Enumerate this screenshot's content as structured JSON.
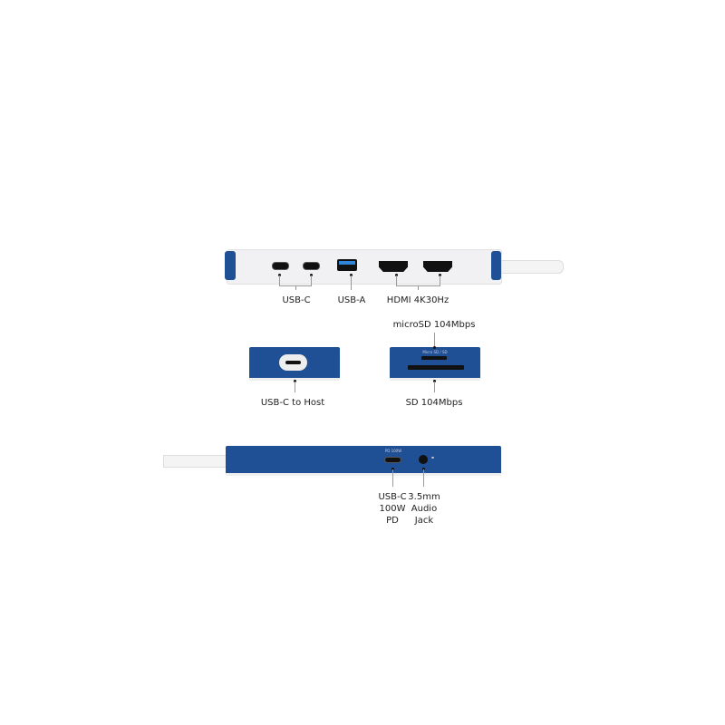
{
  "top_view": {
    "labels": {
      "usb_c": "USB-C",
      "usb_a": "USB-A",
      "hdmi": "HDMI 4K30Hz"
    }
  },
  "end_views": {
    "host": "USB-C to Host",
    "microsd": "microSD 104Mbps",
    "sd": "SD 104Mbps",
    "slot_marking": "Micro SD / SD"
  },
  "side_view": {
    "pd_marking": "PD 100W",
    "usbc_pd": [
      "USB-C",
      "100W",
      "PD"
    ],
    "audio": [
      "3.5mm",
      "Audio",
      "Jack"
    ]
  },
  "colors": {
    "accent": "#1f4f94"
  }
}
